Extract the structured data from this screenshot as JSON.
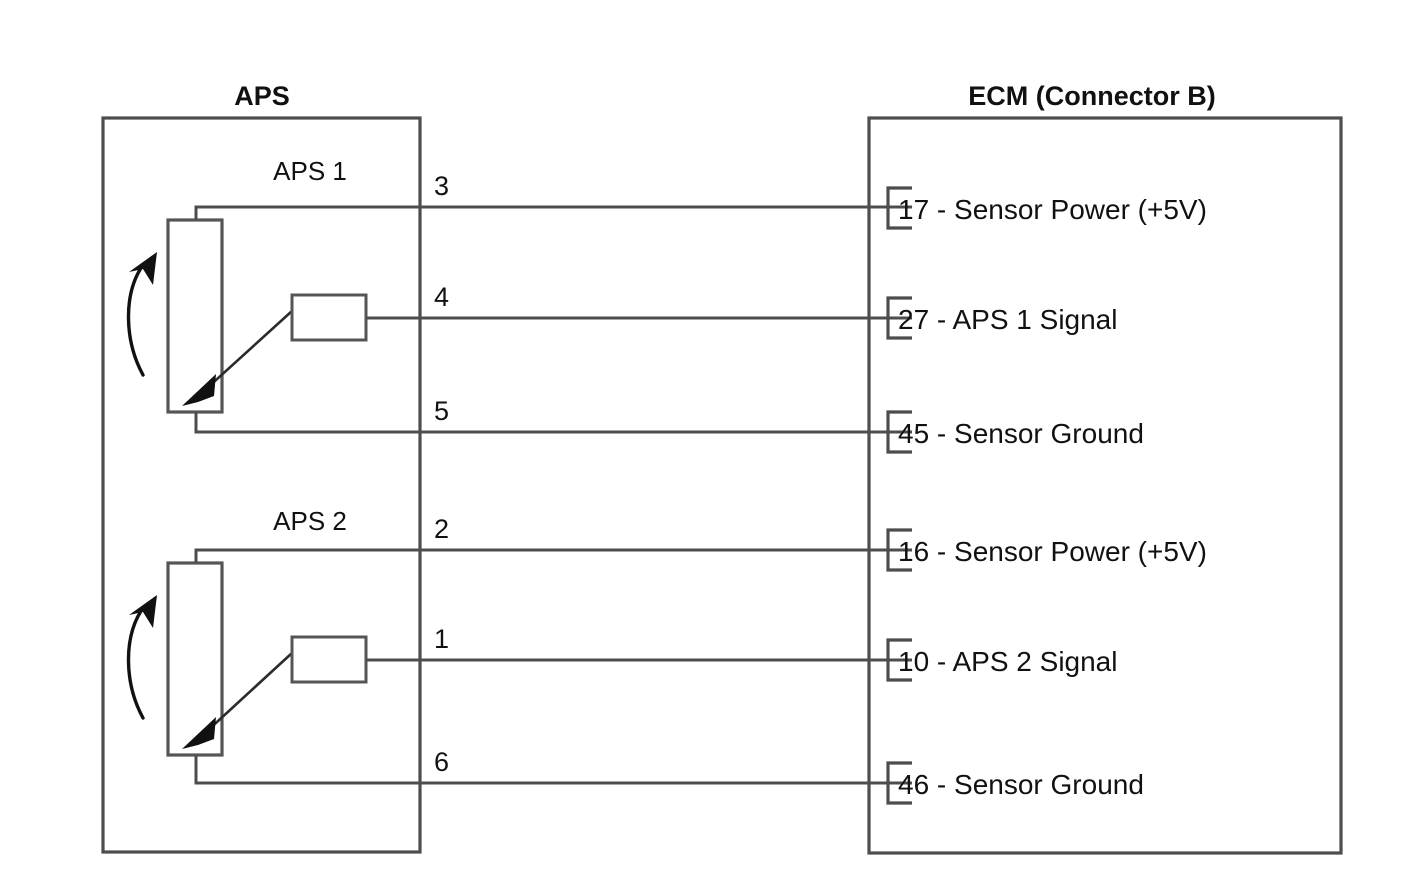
{
  "diagram": {
    "type": "automotive-wiring-schematic",
    "left_block": {
      "title": "APS",
      "sensors": [
        {
          "label": "APS 1",
          "terminals": [
            {
              "pin": "3",
              "role": "supply"
            },
            {
              "pin": "4",
              "role": "wiper-signal"
            },
            {
              "pin": "5",
              "role": "ground"
            }
          ]
        },
        {
          "label": "APS 2",
          "terminals": [
            {
              "pin": "2",
              "role": "supply"
            },
            {
              "pin": "1",
              "role": "wiper-signal"
            },
            {
              "pin": "6",
              "role": "ground"
            }
          ]
        }
      ]
    },
    "right_block": {
      "title": "ECM (Connector B)",
      "pins": [
        {
          "number": "17",
          "name": "Sensor Power (+5V)",
          "text": "17 - Sensor Power (+5V)"
        },
        {
          "number": "27",
          "name": "APS 1 Signal",
          "text": "27 - APS 1 Signal"
        },
        {
          "number": "45",
          "name": "Sensor Ground",
          "text": "45 - Sensor Ground"
        },
        {
          "number": "16",
          "name": "Sensor Power (+5V)",
          "text": "16 - Sensor Power (+5V)"
        },
        {
          "number": "10",
          "name": "APS 2 Signal",
          "text": "10 - APS 2 Signal"
        },
        {
          "number": "46",
          "name": "Sensor Ground",
          "text": "46 - Sensor Ground"
        }
      ]
    },
    "connections": [
      {
        "from_pin": "3",
        "to_pin": "17"
      },
      {
        "from_pin": "4",
        "to_pin": "27"
      },
      {
        "from_pin": "5",
        "to_pin": "45"
      },
      {
        "from_pin": "2",
        "to_pin": "16"
      },
      {
        "from_pin": "1",
        "to_pin": "10"
      },
      {
        "from_pin": "6",
        "to_pin": "46"
      }
    ],
    "colors": {
      "background": "#ffffff",
      "line": "#4d4d4d",
      "text": "#111111",
      "arrow": "#111111"
    }
  }
}
